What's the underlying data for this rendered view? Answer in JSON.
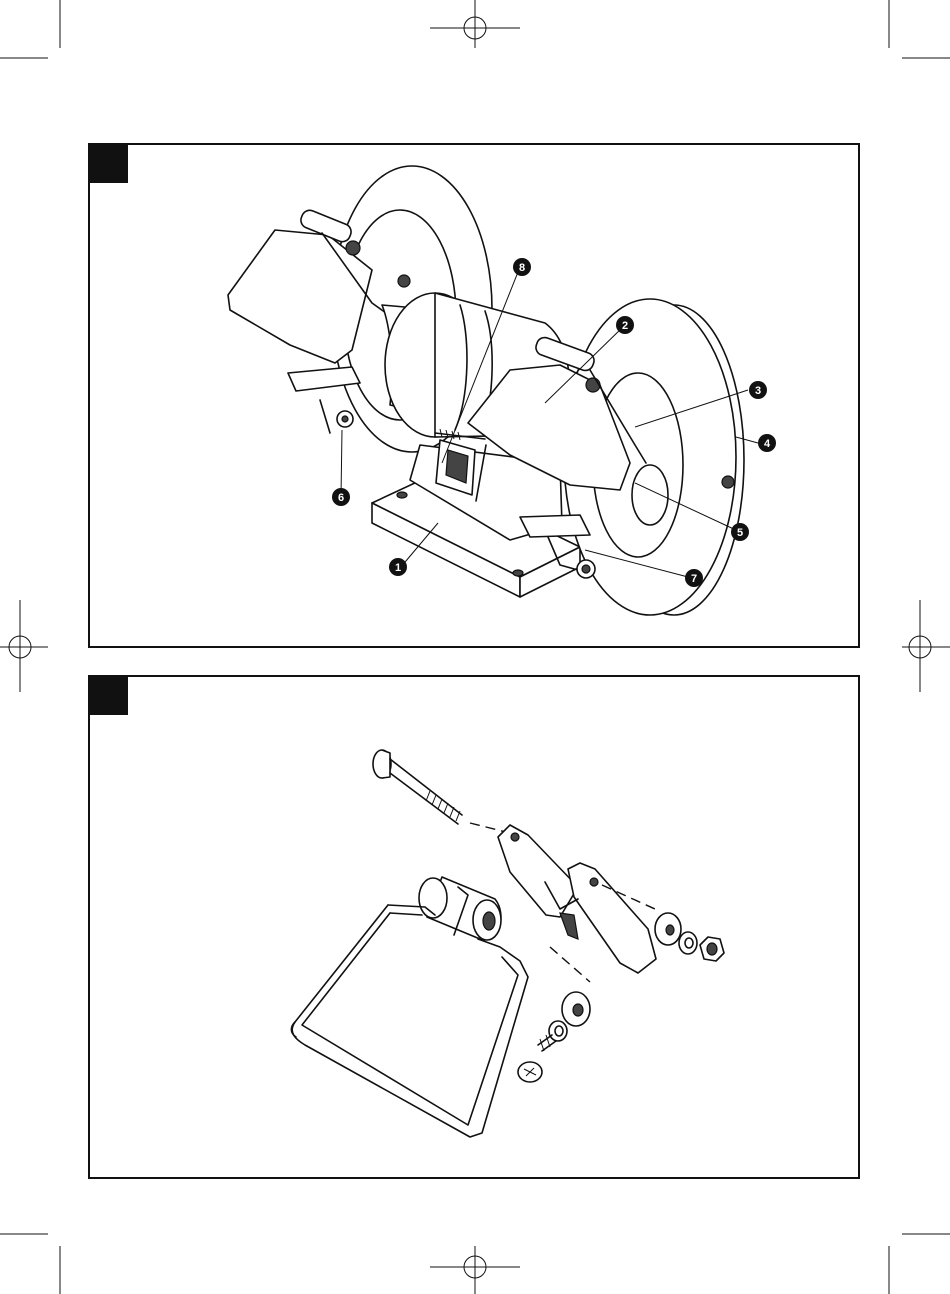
{
  "figure1": {
    "callouts": [
      {
        "num": "1"
      },
      {
        "num": "2"
      },
      {
        "num": "3"
      },
      {
        "num": "4"
      },
      {
        "num": "5"
      },
      {
        "num": "6"
      },
      {
        "num": "7"
      },
      {
        "num": "8"
      }
    ]
  },
  "figure2": {}
}
